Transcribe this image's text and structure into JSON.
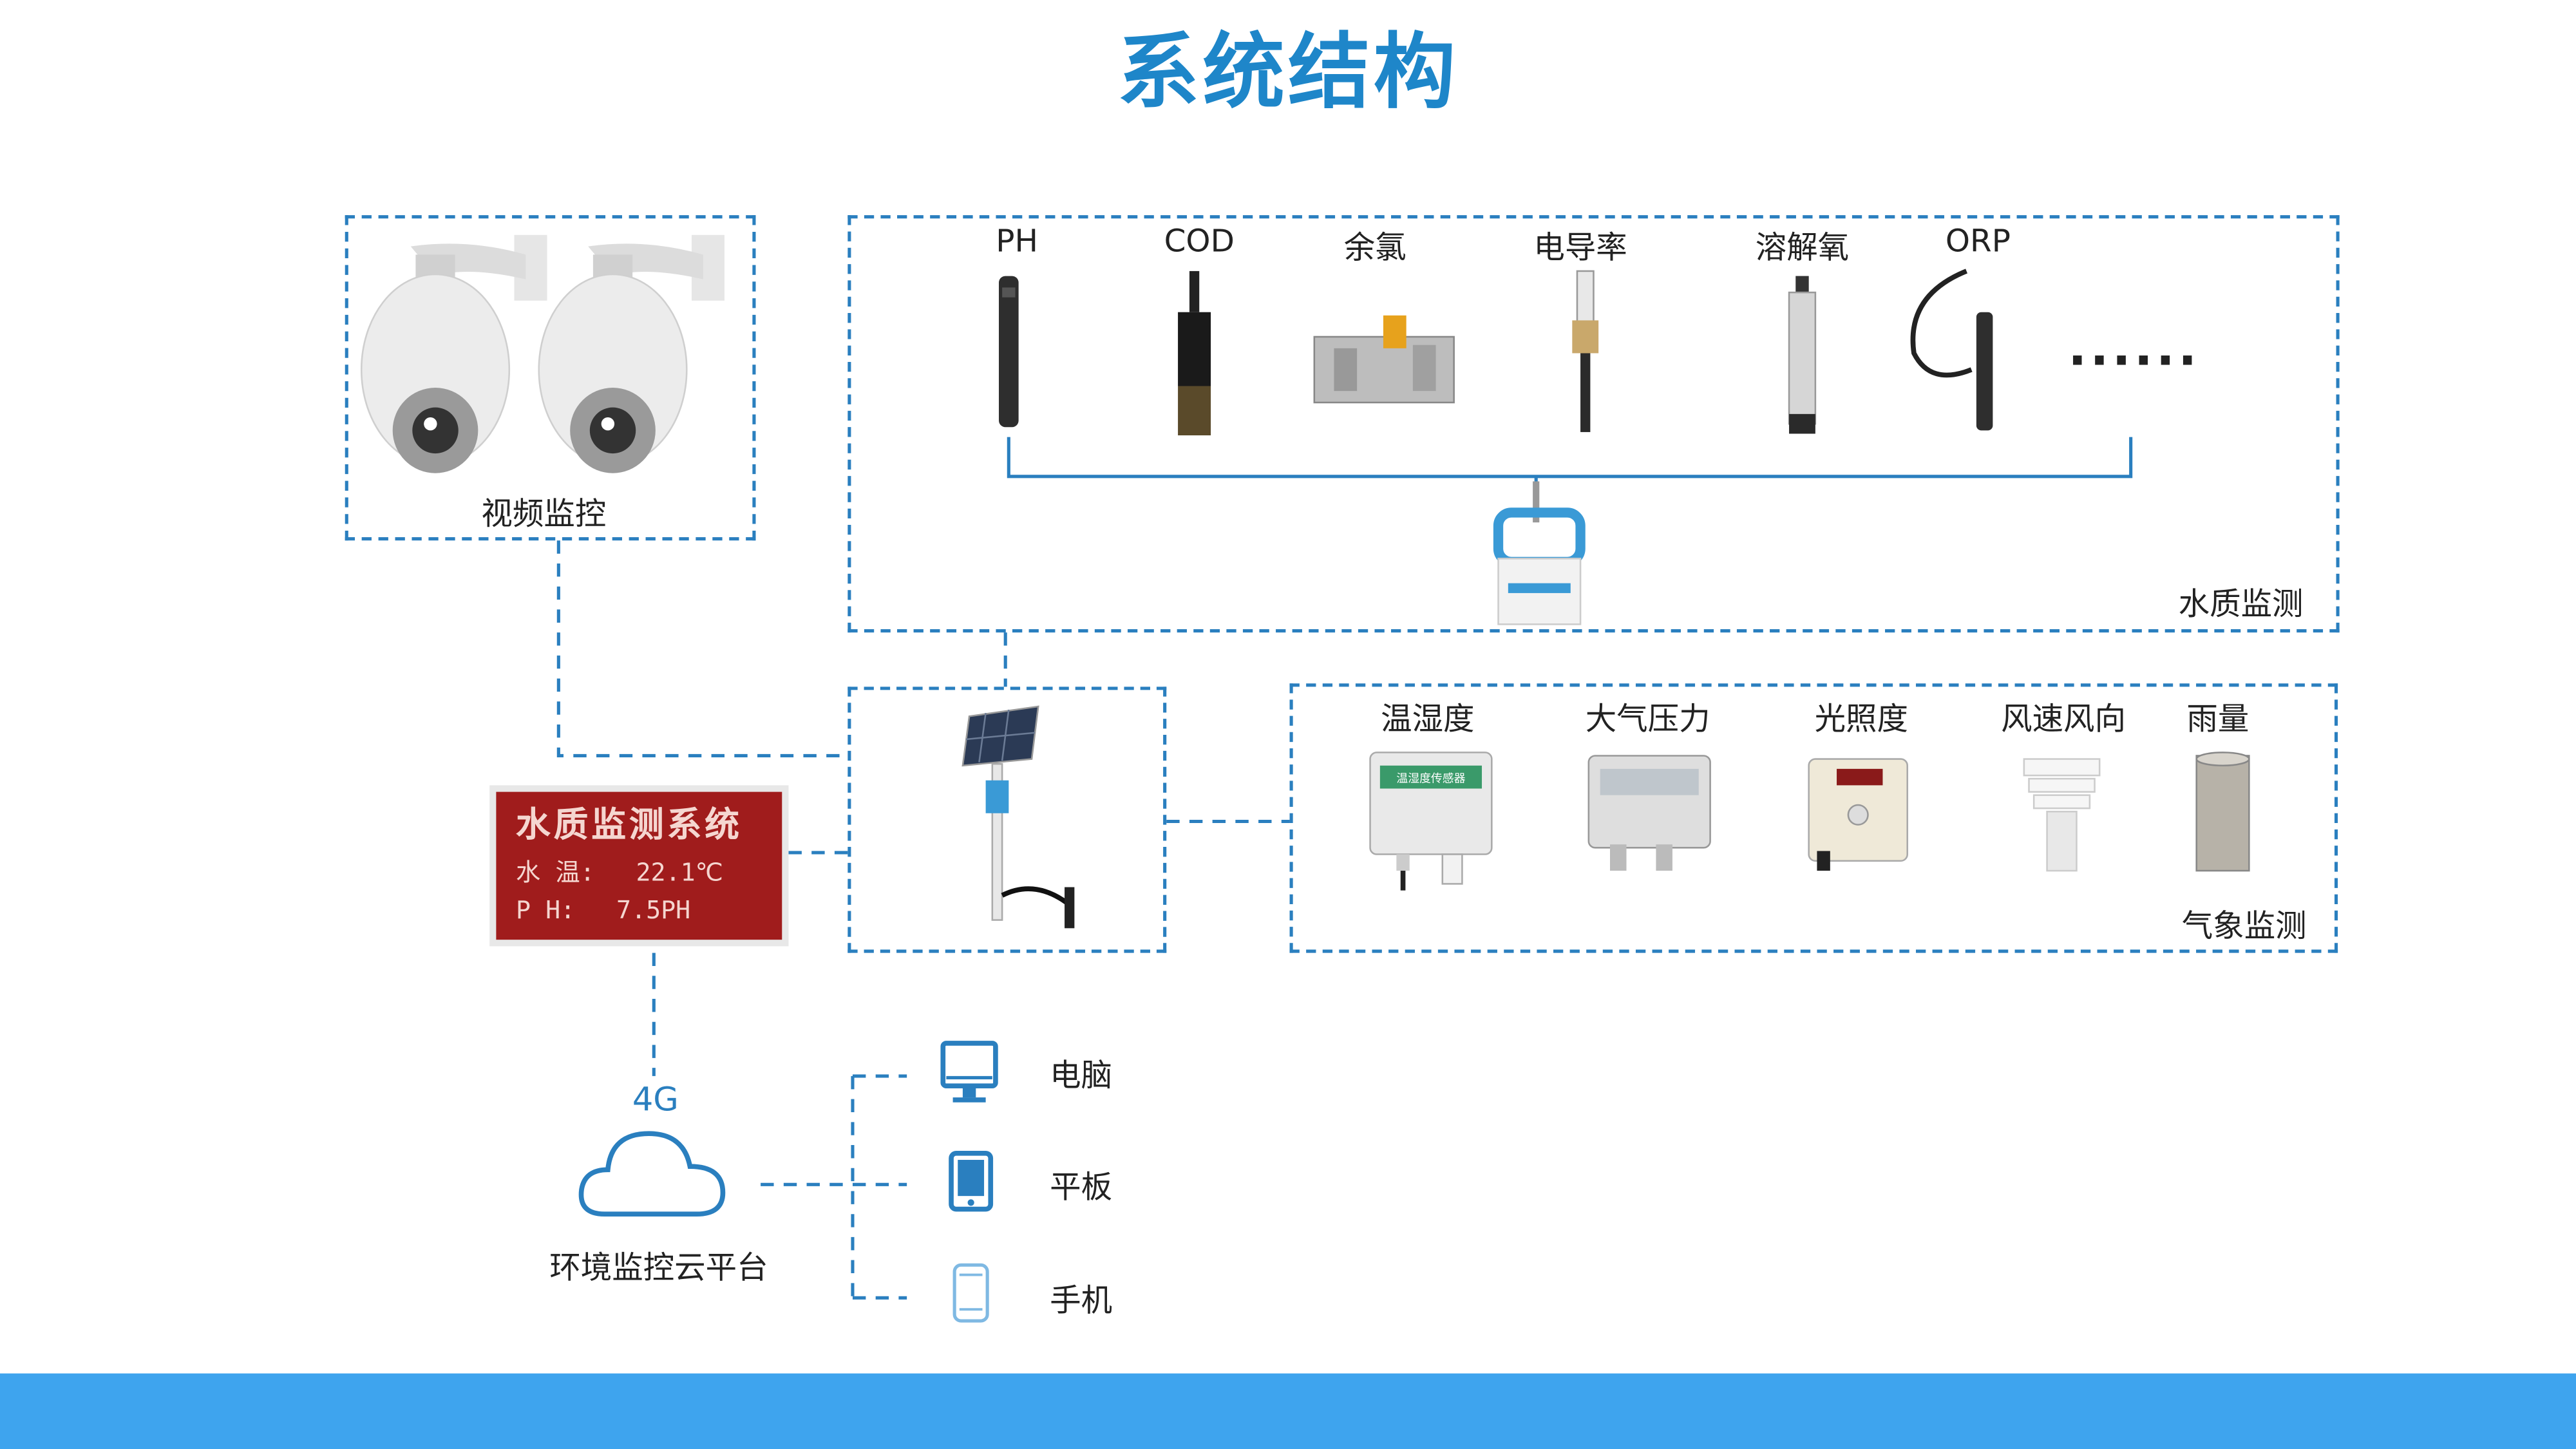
{
  "title": "系统结构",
  "video": {
    "label": "视频监控"
  },
  "water_quality": {
    "group_label": "水质监测",
    "sensors": [
      "PH",
      "COD",
      "余氯",
      "电导率",
      "溶解氧",
      "ORP"
    ],
    "more": "......"
  },
  "weather": {
    "group_label": "气象监测",
    "sensors": [
      "温湿度",
      "大气压力",
      "光照度",
      "风速风向",
      "雨量"
    ],
    "device_text": "温湿度传感器"
  },
  "display": {
    "heading": "水质监测系统",
    "line1_label": "水 温:",
    "line1_value": "22.1℃",
    "line2_label": "P  H:",
    "line2_value": "7.5PH"
  },
  "network": "4G",
  "cloud": {
    "label": "环境监控云平台"
  },
  "terminals": [
    "电脑",
    "平板",
    "手机"
  ],
  "colors": {
    "accent": "#1e86c9",
    "line": "#2a7fbf",
    "footer": "#3ea4ee",
    "display_bg": "#a01c1c"
  }
}
